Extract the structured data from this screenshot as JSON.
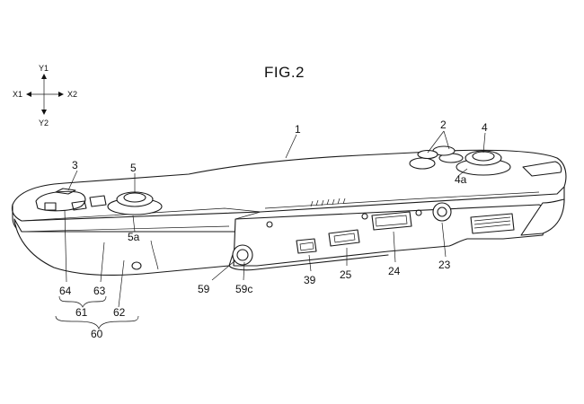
{
  "figure": {
    "title": "FIG.2",
    "axes": {
      "y1": "Y1",
      "y2": "Y2",
      "x1": "X1",
      "x2": "X2"
    },
    "labels": {
      "l1": "1",
      "l2": "2",
      "l3": "3",
      "l4": "4",
      "l4a": "4a",
      "l5": "5",
      "l5a": "5a",
      "l59": "59",
      "l59c": "59c",
      "l39": "39",
      "l25": "25",
      "l24": "24",
      "l23": "23",
      "l64": "64",
      "l63": "63",
      "l62": "62",
      "l61": "61",
      "l60": "60"
    }
  }
}
